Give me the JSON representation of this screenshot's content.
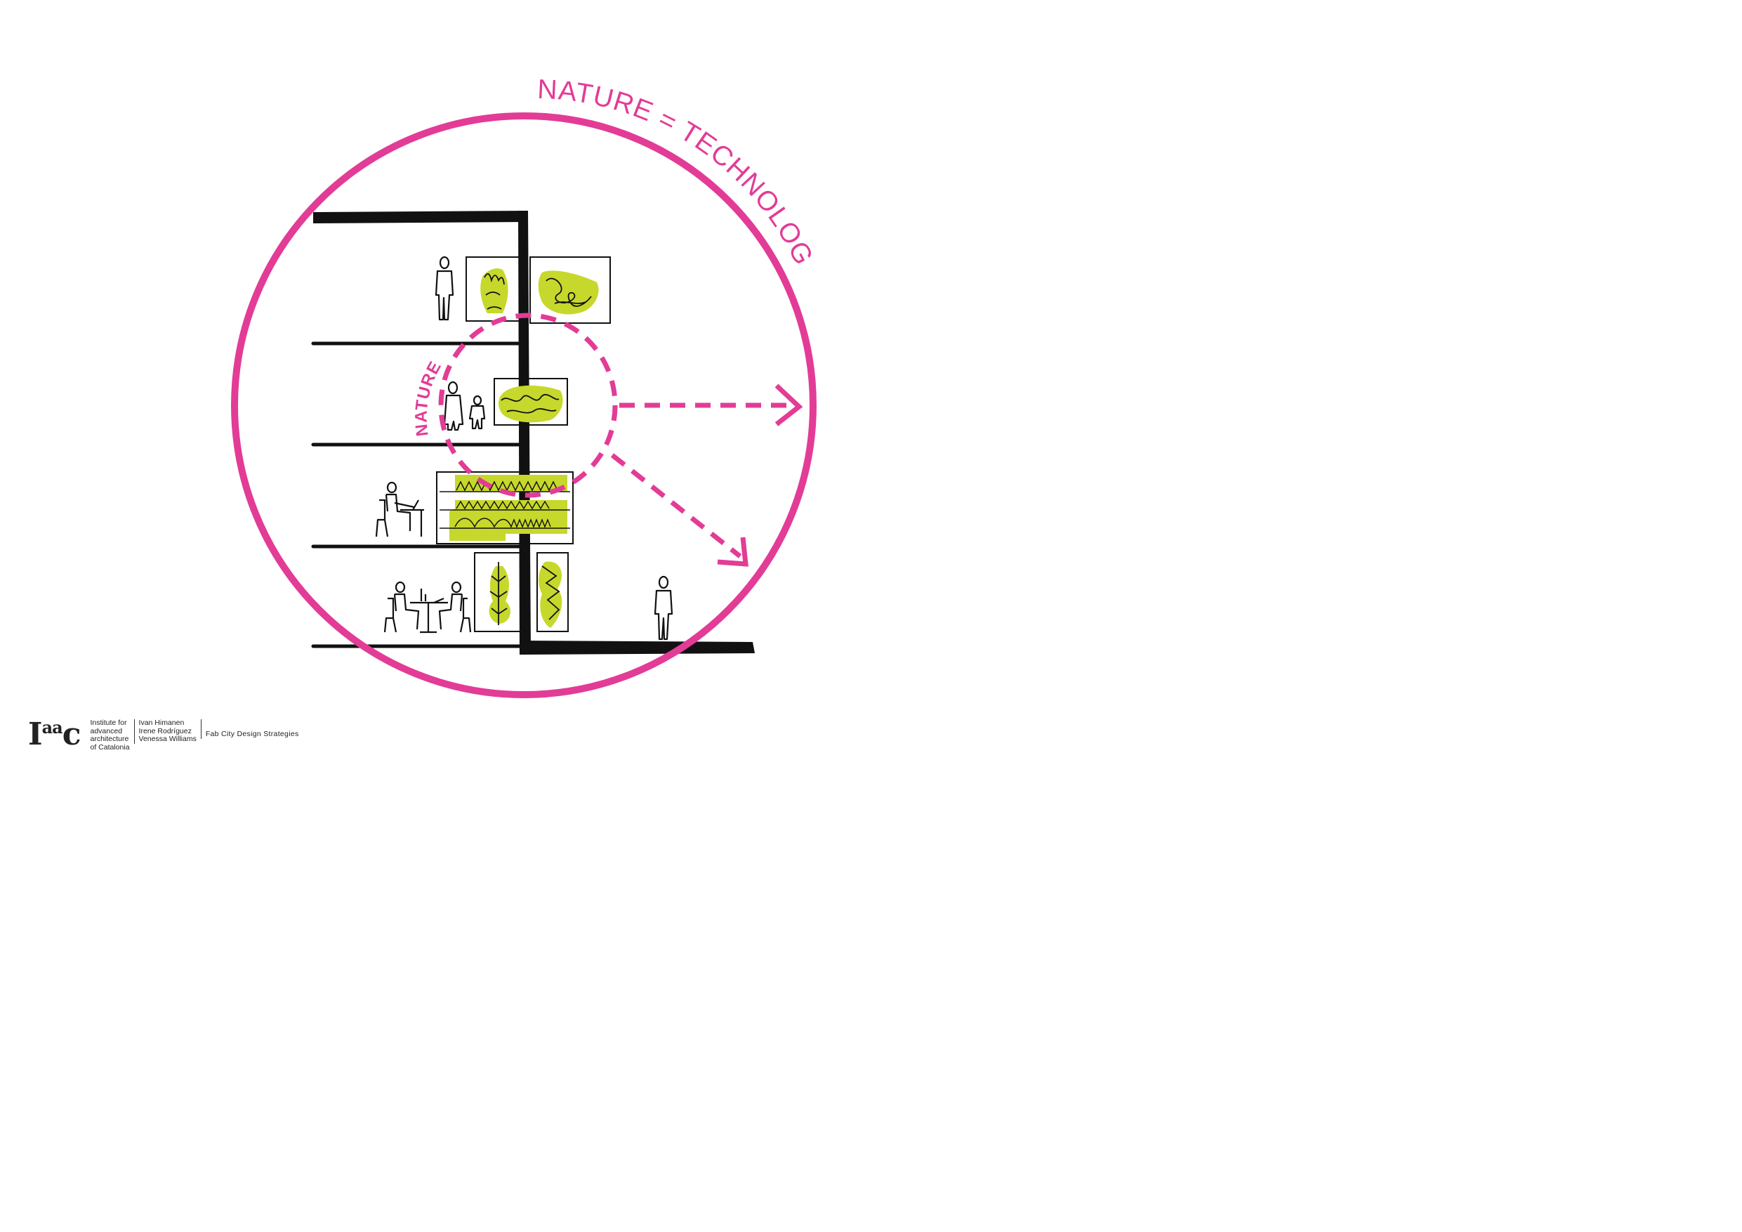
{
  "diagram": {
    "outer_label": "NATURE = TECHNOLOGY",
    "inner_label": "NATURE",
    "colors": {
      "accent": "#e23c96",
      "plant": "#c6d82b",
      "ink": "#111111"
    }
  },
  "footer": {
    "logo_text": "I",
    "logo_sup": "aa",
    "logo_tail": "c",
    "institute": [
      "Institute for",
      "advanced",
      "architecture",
      "of Catalonia"
    ],
    "authors": [
      "Ivan Himanen",
      "Irene Rodríguez",
      "Venessa Williams"
    ],
    "project": "Fab City Design Strategies"
  }
}
